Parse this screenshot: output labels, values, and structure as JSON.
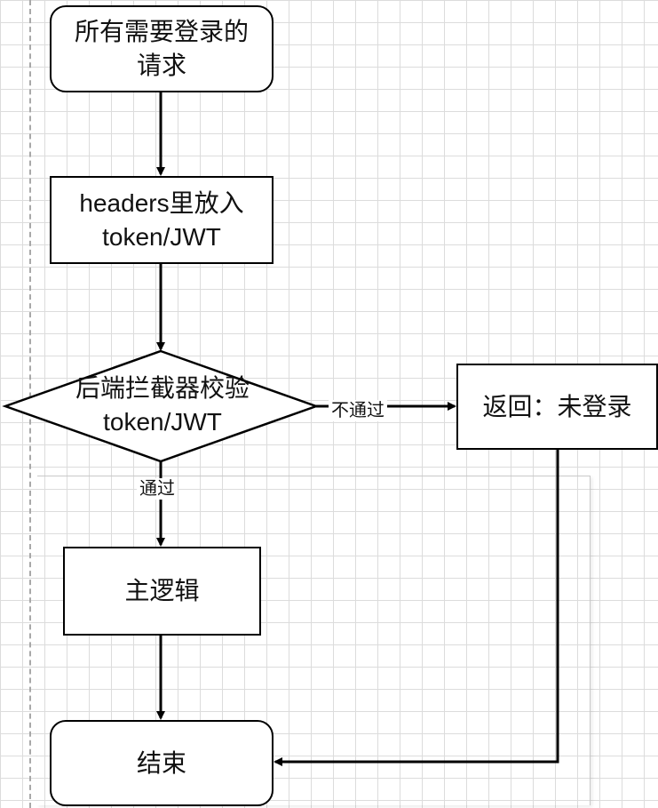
{
  "nodes": {
    "start": {
      "line1": "所有需要登录的",
      "line2": "请求"
    },
    "headers": {
      "line1": "headers里放入",
      "line2": "token/JWT"
    },
    "check": {
      "line1": "后端拦截器校验",
      "line2": "token/JWT"
    },
    "return": {
      "label": "返回：未登录"
    },
    "main": {
      "label": "主逻辑"
    },
    "end": {
      "label": "结束"
    }
  },
  "edges": {
    "fail_label": "不通过",
    "pass_label": "通过"
  }
}
